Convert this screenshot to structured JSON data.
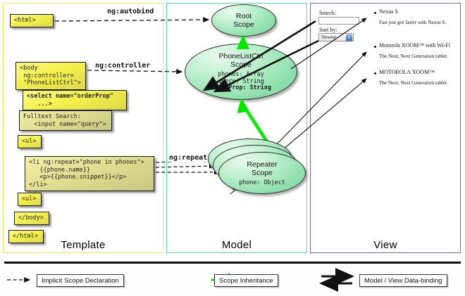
{
  "panels": {
    "template": {
      "label": "Template",
      "border_color": "#f2ea4c"
    },
    "model": {
      "label": "Model",
      "border_color": "#4fe2a6"
    },
    "view": {
      "label": "View",
      "border_color": "#7b61e0"
    }
  },
  "template_code": [
    {
      "name": "html-open",
      "text": "<html>"
    },
    {
      "name": "body-controller",
      "text": "<body\n ng:controller=\n \"PhoneListCtrl\">"
    },
    {
      "name": "select-orderprop",
      "text": "<select name=\"orderProp\"\n   ...>"
    },
    {
      "name": "fulltext-search",
      "text": "Fulltext Search:\n   <input name=\"query\">"
    },
    {
      "name": "ul-open",
      "text": "<ul>"
    },
    {
      "name": "li-ngrepeat",
      "text": "<li ng:repeat=\"phone in phones\">\n   {{phone.name}}\n   <p>{{phone.snippet}}</p>\n</li>"
    },
    {
      "name": "ul-close",
      "text": "<ul>"
    },
    {
      "name": "body-close",
      "text": "</body>"
    },
    {
      "name": "html-close",
      "text": "</html>"
    }
  ],
  "connectors": [
    {
      "name": "ng-autobind",
      "label": "ng:autobind"
    },
    {
      "name": "ng-controller",
      "label": "ng:controller"
    },
    {
      "name": "ng-repeat",
      "label": "ng:repeat"
    }
  ],
  "model_scopes": [
    {
      "name": "root-scope",
      "title_line1": "Root",
      "title_line2": "Scope",
      "props": []
    },
    {
      "name": "phonelistctrl-scope",
      "title_line1": "PhoneListCtrl",
      "title_line2": "Scope",
      "props": [
        "phones: Array",
        "query: String"
      ],
      "bold_prop": "orderProp: String"
    },
    {
      "name": "repeater-scope",
      "title_line1": "Repeater",
      "title_line2": "Scope",
      "props": [
        "phone: Object"
      ]
    }
  ],
  "view": {
    "search_label": "Search:",
    "search_value": "",
    "sort_label": "Sort by:",
    "sort_selected": "Newest",
    "phones": [
      {
        "name": "Nexus S",
        "snippet": "Fast just got faster with Nexus S."
      },
      {
        "name": "Motorola XOOM™  with Wi-Fi",
        "snippet": "The Next, Next Generation tablet."
      },
      {
        "name": "MOTOROLA XOOM™",
        "snippet": "The Next, Next Generation tablet."
      }
    ]
  },
  "legend": [
    {
      "name": "implicit-scope-declaration",
      "label": "Implicit Scope Declaration",
      "style": "dashed-arrow",
      "color": "#111111"
    },
    {
      "name": "scope-inheritance",
      "label": "Scope Inheritance",
      "style": "solid-arrow",
      "color": "#00e800"
    },
    {
      "name": "model-view-data-binding",
      "label": "Model / View Data-binding",
      "style": "double-arrow",
      "color": "#111111"
    }
  ]
}
